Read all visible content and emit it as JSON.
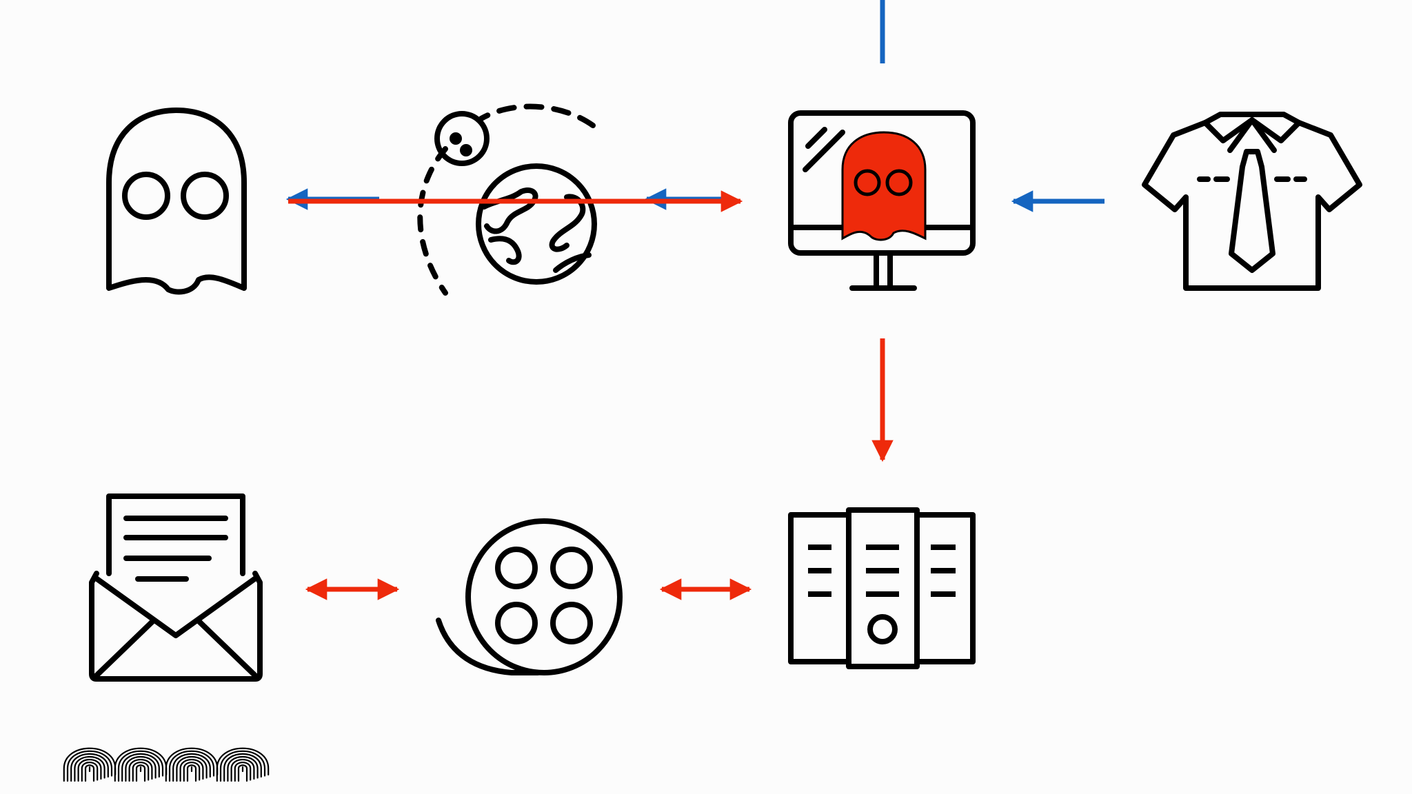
{
  "colors": {
    "background": "#fcfcfc",
    "stroke": "#000000",
    "blue": "#1565c0",
    "red": "#ee2a0b"
  },
  "nodes": [
    {
      "id": "ghost",
      "icon": "ghost-icon"
    },
    {
      "id": "internet",
      "icon": "globe-orbit-icon"
    },
    {
      "id": "monitor",
      "icon": "monitor-with-ghost-icon"
    },
    {
      "id": "employee",
      "icon": "shirt-tie-icon"
    },
    {
      "id": "server",
      "icon": "server-rack-icon"
    },
    {
      "id": "media",
      "icon": "film-reel-icon"
    },
    {
      "id": "email",
      "icon": "open-envelope-icon"
    },
    {
      "id": "fingerprints",
      "icon": "fingerprint-icon",
      "count": 4
    }
  ],
  "edges": [
    {
      "from": "top",
      "to": "monitor",
      "color": "blue",
      "style": "line"
    },
    {
      "from": "employee",
      "to": "monitor",
      "color": "blue",
      "style": "arrow"
    },
    {
      "from": "internet",
      "to": "ghost",
      "color": "blue",
      "style": "arrow"
    },
    {
      "from": "monitor",
      "to": "internet",
      "color": "blue",
      "style": "arrow"
    },
    {
      "from": "ghost",
      "to": "monitor",
      "color": "red",
      "style": "arrow"
    },
    {
      "from": "monitor",
      "to": "server",
      "color": "red",
      "style": "arrow"
    },
    {
      "from": "server",
      "to": "media",
      "color": "red",
      "style": "double-arrow"
    },
    {
      "from": "media",
      "to": "email",
      "color": "red",
      "style": "double-arrow"
    }
  ]
}
